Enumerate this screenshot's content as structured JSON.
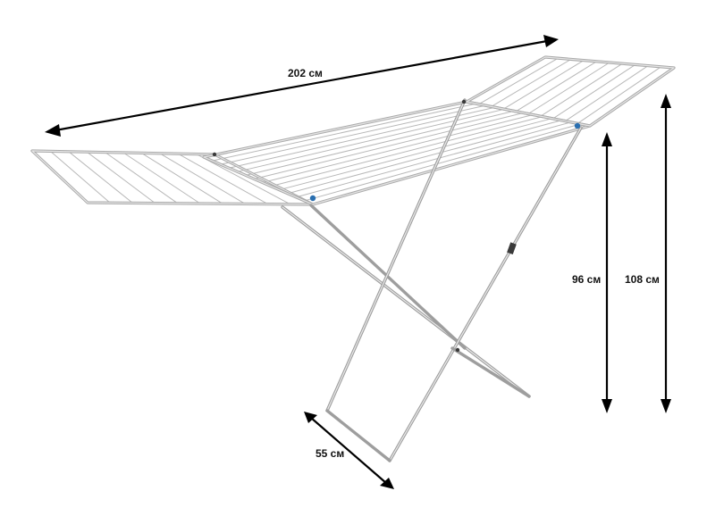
{
  "dimensions": {
    "length_label": "202 см",
    "depth_label": "55 см",
    "rail_height_label": "96 см",
    "wing_height_label": "108 см"
  },
  "wire_counts": {
    "left_wing": 9,
    "center": 12,
    "right_wing": 9
  },
  "colors": {
    "frame": "#a9a9a9",
    "arrow": "#000000",
    "accent_cap": "#2a6fb0"
  }
}
